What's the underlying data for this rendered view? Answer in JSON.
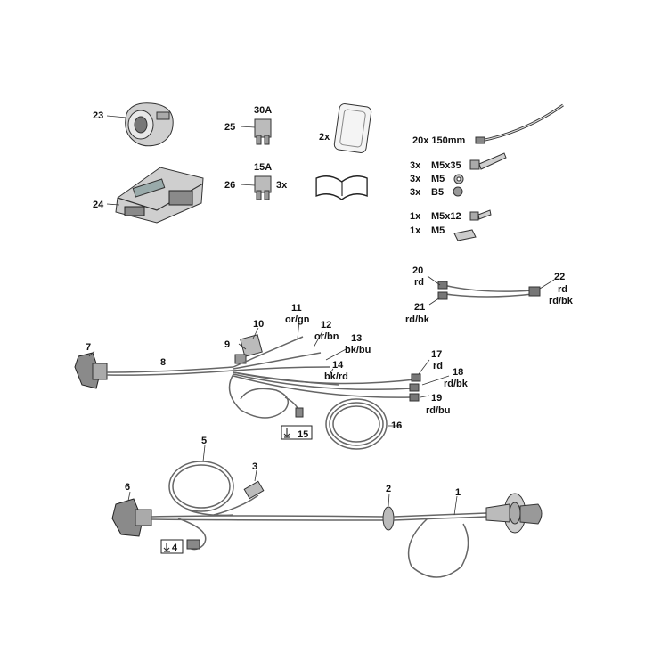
{
  "parts": [
    {
      "id": "p23",
      "text": "23"
    },
    {
      "id": "p24",
      "text": "24"
    },
    {
      "id": "p25",
      "text": "25"
    },
    {
      "id": "fuse30",
      "text": "30A"
    },
    {
      "id": "p26",
      "text": "26"
    },
    {
      "id": "fuse15",
      "text": "15A"
    },
    {
      "id": "qty26",
      "text": "3x"
    },
    {
      "id": "qtyPlate",
      "text": "2x"
    },
    {
      "id": "tie",
      "text": "20x 150mm"
    },
    {
      "id": "h1q",
      "text": "3x"
    },
    {
      "id": "h1",
      "text": "M5x35"
    },
    {
      "id": "h2q",
      "text": "3x"
    },
    {
      "id": "h2",
      "text": "M5"
    },
    {
      "id": "h3q",
      "text": "3x"
    },
    {
      "id": "h3",
      "text": "B5"
    },
    {
      "id": "h4q",
      "text": "1x"
    },
    {
      "id": "h4",
      "text": "M5x12"
    },
    {
      "id": "h5q",
      "text": "1x"
    },
    {
      "id": "h5",
      "text": "M5"
    },
    {
      "id": "p20",
      "text": "20"
    },
    {
      "id": "p20c",
      "text": "rd"
    },
    {
      "id": "p21",
      "text": "21"
    },
    {
      "id": "p21c",
      "text": "rd/bk"
    },
    {
      "id": "p22",
      "text": "22"
    },
    {
      "id": "p22c",
      "text": "rd"
    },
    {
      "id": "p22c2",
      "text": "rd/bk"
    },
    {
      "id": "p7",
      "text": "7"
    },
    {
      "id": "p8",
      "text": "8"
    },
    {
      "id": "p9",
      "text": "9"
    },
    {
      "id": "p10",
      "text": "10"
    },
    {
      "id": "p11",
      "text": "11"
    },
    {
      "id": "p11c",
      "text": "or/gn"
    },
    {
      "id": "p12",
      "text": "12"
    },
    {
      "id": "p12c",
      "text": "or/bn"
    },
    {
      "id": "p13",
      "text": "13"
    },
    {
      "id": "p13c",
      "text": "bk/bu"
    },
    {
      "id": "p14",
      "text": "14"
    },
    {
      "id": "p14c",
      "text": "bk/rd"
    },
    {
      "id": "p15",
      "text": "15"
    },
    {
      "id": "p16",
      "text": "16"
    },
    {
      "id": "p17",
      "text": "17"
    },
    {
      "id": "p17c",
      "text": "rd"
    },
    {
      "id": "p18",
      "text": "18"
    },
    {
      "id": "p18c",
      "text": "rd/bk"
    },
    {
      "id": "p19",
      "text": "19"
    },
    {
      "id": "p19c",
      "text": "rd/bu"
    },
    {
      "id": "p5",
      "text": "5"
    },
    {
      "id": "p3",
      "text": "3"
    },
    {
      "id": "p6",
      "text": "6"
    },
    {
      "id": "p2",
      "text": "2"
    },
    {
      "id": "p1",
      "text": "1"
    },
    {
      "id": "p4",
      "text": "4"
    }
  ]
}
